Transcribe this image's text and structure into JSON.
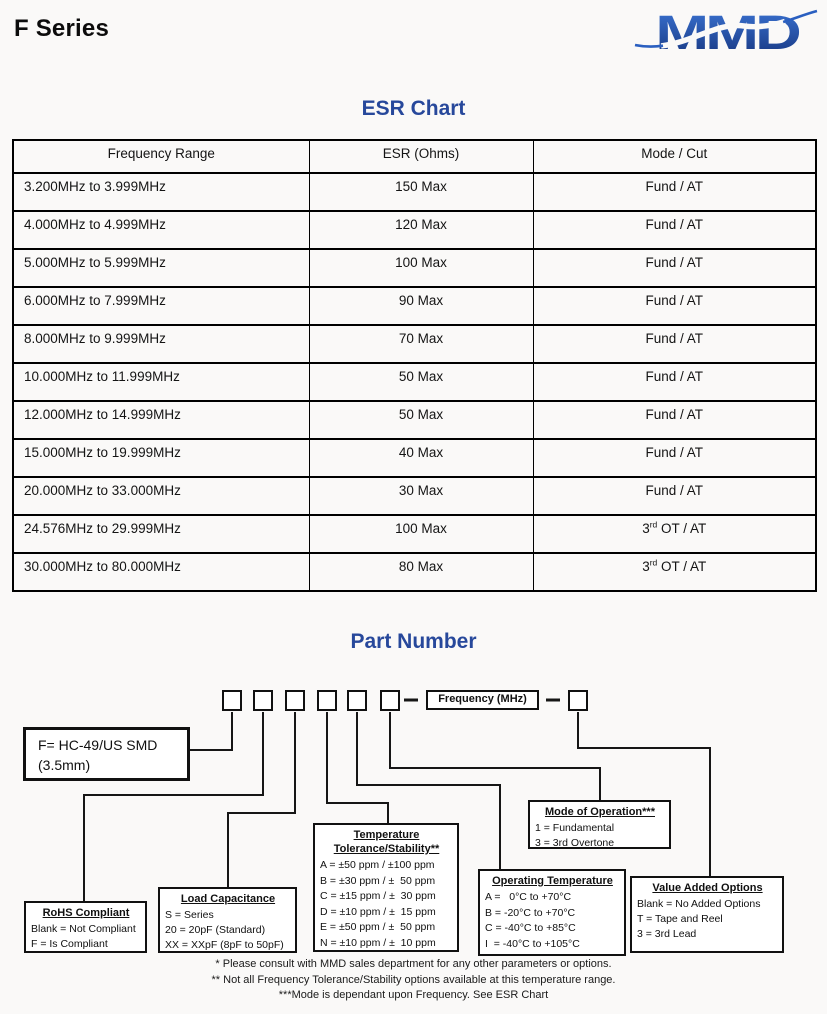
{
  "page": {
    "title": "F Series",
    "logo_text": "MMD"
  },
  "esr_chart": {
    "title": "ESR Chart",
    "columns": [
      "Frequency Range",
      "ESR (Ohms)",
      "Mode / Cut"
    ],
    "rows": [
      [
        "3.200MHz to 3.999MHz",
        "150 Max",
        "Fund / AT"
      ],
      [
        "4.000MHz to 4.999MHz",
        "120 Max",
        "Fund / AT"
      ],
      [
        "5.000MHz to 5.999MHz",
        "100 Max",
        "Fund / AT"
      ],
      [
        "6.000MHz to 7.999MHz",
        "90 Max",
        "Fund / AT"
      ],
      [
        "8.000MHz to 9.999MHz",
        "70 Max",
        "Fund / AT"
      ],
      [
        "10.000MHz to 11.999MHz",
        "50 Max",
        "Fund / AT"
      ],
      [
        "12.000MHz to 14.999MHz",
        "50 Max",
        "Fund / AT"
      ],
      [
        "15.000MHz to 19.999MHz",
        "40 Max",
        "Fund / AT"
      ],
      [
        "20.000MHz to 33.000MHz",
        "30 Max",
        "Fund / AT"
      ],
      [
        "24.576MHz to 29.999MHz",
        "100 Max",
        "3rd OT / AT"
      ],
      [
        "30.000MHz to 80.000MHz",
        "80 Max",
        "3rd OT / AT"
      ]
    ]
  },
  "part_number": {
    "title": "Part Number",
    "frequency_label": "Frequency (MHz)",
    "series_box_text": "F= HC-49/US SMD\n(3.5mm)",
    "ref_boxes": [
      {
        "title": "RoHS Compliant",
        "lines": [
          "Blank = Not Compliant",
          "F = Is Compliant"
        ]
      },
      {
        "title": "Load Capacitance",
        "lines": [
          "S = Series",
          "20 = 20pF (Standard)",
          "XX = XXpF (8pF to 50pF)"
        ]
      },
      {
        "title": "Temperature\nTolerance/Stability**",
        "lines": [
          "A = ±50 ppm / ±100 ppm",
          "B = ±30 ppm / ±  50 ppm",
          "C = ±15 ppm / ±  30 ppm",
          "D = ±10 ppm / ±  15 ppm",
          "E = ±50 ppm / ±  50 ppm",
          "N = ±10 ppm / ±  10 ppm"
        ]
      },
      {
        "title": "Operating Temperature",
        "lines": [
          "A =   0°C to +70°C",
          "B = -20°C to +70°C",
          "C = -40°C to +85°C",
          "I  = -40°C to +105°C"
        ]
      },
      {
        "title": "Mode of Operation***",
        "lines": [
          "1 = Fundamental",
          "3 = 3rd Overtone"
        ]
      },
      {
        "title": "Value Added Options",
        "lines": [
          "Blank = No Added Options",
          "T = Tape and Reel",
          "3 = 3rd Lead"
        ]
      }
    ],
    "footnotes": [
      "* Please consult with MMD sales department for any other parameters or options.",
      "** Not all Frequency Tolerance/Stability options available at this temperature range.",
      "***Mode is dependant upon Frequency. See ESR Chart"
    ]
  },
  "colors": {
    "accent_blue": "#27489b",
    "logo_blue_light": "#3b74d4",
    "logo_blue_dark": "#16357e"
  }
}
